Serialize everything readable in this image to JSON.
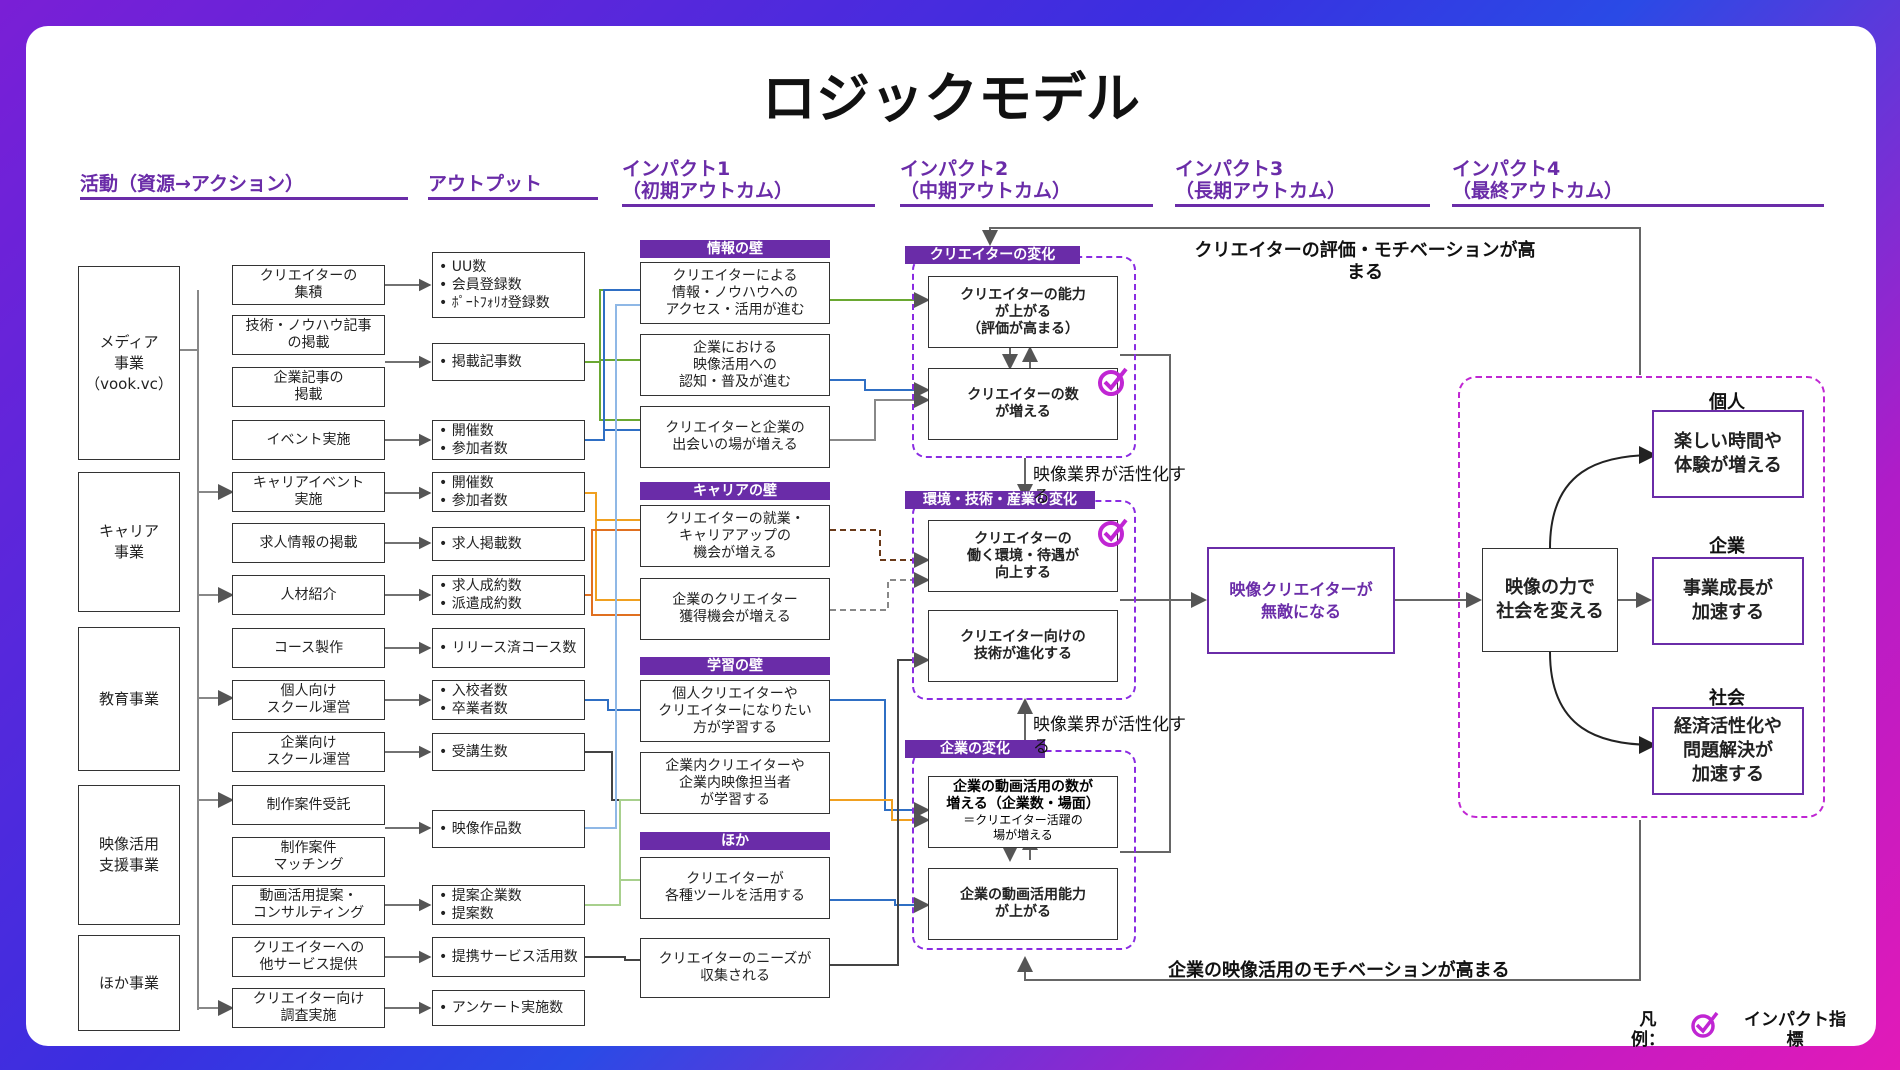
{
  "title": "ロジックモデル",
  "headers": {
    "activity": "活動（資源→アクション）",
    "output": "アウトプット",
    "impact1": "インパクト1\n（初期アウトカム）",
    "impact2": "インパクト2\n（中期アウトカム）",
    "impact3": "インパクト3\n（長期アウトカム）",
    "impact4": "インパクト4\n（最終アウトカム）"
  },
  "businesses": {
    "media": "メディア\n事業\n（vook.vc）",
    "career": "キャリア\n事業",
    "education": "教育事業",
    "video": "映像活用\n支援事業",
    "other": "ほか事業"
  },
  "actions": [
    "クリエイターの\n集積",
    "技術・ノウハウ記事\nの掲載",
    "企業記事の\n掲載",
    "イベント実施",
    "キャリアイベント\n実施",
    "求人情報の掲載",
    "人材紹介",
    "コース製作",
    "個人向け\nスクール運営",
    "企業向け\nスクール運営",
    "制作案件受託",
    "制作案件\nマッチング",
    "動画活用提案・\nコンサルティング",
    "クリエイターへの\n他サービス提供",
    "クリエイター向け\n調査実施"
  ],
  "outputs": {
    "o1": [
      "UU数",
      "会員登録数",
      "ﾎﾟｰﾄﾌｫﾘｵ登録数"
    ],
    "o2": [
      "掲載記事数"
    ],
    "o3": [
      "開催数",
      "参加者数"
    ],
    "o4": [
      "開催数",
      "参加者数"
    ],
    "o5": [
      "求人掲載数"
    ],
    "o6": [
      "求人成約数",
      "派遣成約数"
    ],
    "o7": [
      "リリース済コース数"
    ],
    "o8": [
      "入校者数",
      "卒業者数"
    ],
    "o9": [
      "受講生数"
    ],
    "o10": [
      "映像作品数"
    ],
    "o11": [
      "提案企業数",
      "提案数"
    ],
    "o12": [
      "提携サービス活用数"
    ],
    "o13": [
      "アンケート実施数"
    ]
  },
  "bands": {
    "info": "情報の壁",
    "career": "キャリアの壁",
    "learning": "学習の壁",
    "other": "ほか"
  },
  "impact1": [
    "クリエイターによる\n情報・ノウハウへの\nアクセス・活用が進む",
    "企業における\n映像活用への\n認知・普及が進む",
    "クリエイターと企業の\n出会いの場が増える",
    "クリエイターの就業・\nキャリアアップの\n機会が増える",
    "企業のクリエイター\n獲得機会が増える",
    "個人クリエイターや\nクリエイターになりたい\n方が学習する",
    "企業内クリエイターや\n企業内映像担当者\nが学習する",
    "クリエイターが\n各種ツールを活用する",
    "クリエイターのニーズが\n収集される"
  ],
  "groups": {
    "creator": "クリエイターの変化",
    "env": "環境・技術・産業の変化",
    "company": "企業の変化"
  },
  "impact2": {
    "c1": "クリエイターの能力\nが上がる\n（評価が高まる）",
    "c2": "クリエイターの数\nが増える",
    "e1": "クリエイターの\n働く環境・待遇が\n向上する",
    "e2": "クリエイター向けの\n技術が進化する",
    "k1": "企業の動画活用の数が\n増える（企業数・場面）",
    "k1_sub": "＝クリエイター活躍の\n場が増える",
    "k2": "企業の動画活用能力\nが上がる"
  },
  "notes": {
    "top_loop": "クリエイターの評価・モチベーションが高\nまる",
    "activate1": "映像業界が活性化す\nる",
    "activate2": "映像業界が活性化す\nる",
    "bottom_loop": "企業の映像活用のモチベーションが高まる"
  },
  "impact3": "映像クリエイターが\n無敵になる",
  "impact4": {
    "center": "映像の力で\n社会を変える",
    "individual_label": "個人",
    "individual": "楽しい時間や\n体験が増える",
    "company_label": "企業",
    "company": "事業成長が\n加速する",
    "society_label": "社会",
    "society": "経済活性化や\n問題解決が\n加速する"
  },
  "legend": {
    "label": "凡\n例：",
    "text": "インパクト指\n標"
  },
  "colors": {
    "accent": "#6a2ca8",
    "green": "#6aa832",
    "blue": "#2f6fc4",
    "light_blue": "#8fb8e6",
    "light_green": "#a8d08d",
    "orange": "#f0a020",
    "dark_orange": "#e07020",
    "gray": "#888888",
    "magenta": "#c026d3"
  }
}
